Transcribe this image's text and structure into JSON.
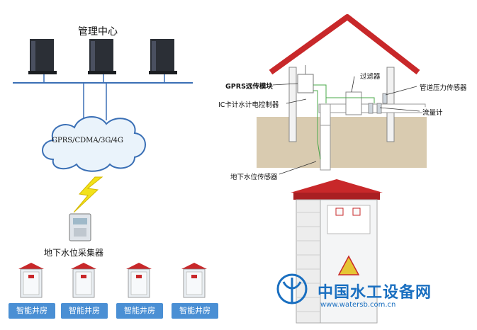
{
  "management_center": {
    "title": "管理中心"
  },
  "network": {
    "label": "GPRS/CDMA/3G/4G"
  },
  "collector": {
    "label": "地下水位采集器"
  },
  "wells": [
    {
      "label": "智能井房"
    },
    {
      "label": "智能井房"
    },
    {
      "label": "智能井房"
    },
    {
      "label": "智能井房"
    }
  ],
  "house_diagram": {
    "callouts": {
      "gprs_module": "GPRS远传模块",
      "ic_controller": "IC卡计水计电控制器",
      "filter": "过滤器",
      "pipe_pressure_sensor": "管道压力传感器",
      "flow_meter": "流量计",
      "groundwater_sensor": "地下水位传感器"
    }
  },
  "watermark": {
    "brand": "中国水工设备网",
    "url": "www.watersb.com.cn"
  },
  "colors": {
    "roof_red": "#c8282a",
    "label_blue": "#4a8fd4",
    "watermark_blue": "#1a6fc0",
    "line_blue": "#3a6fb5",
    "soil": "#d9cbb0"
  }
}
